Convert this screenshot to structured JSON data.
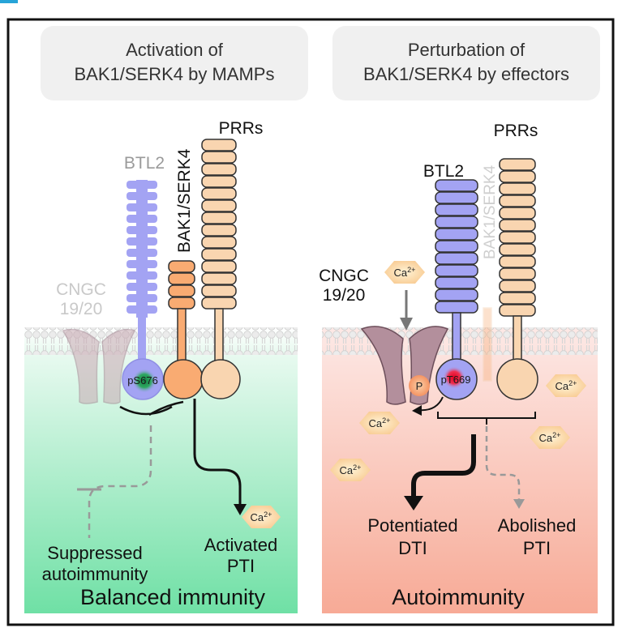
{
  "left_panel": {
    "header_line1": "Activation of",
    "header_line2": "BAK1/SERK4 by MAMPs",
    "btl2_label": "BTL2",
    "bak1_label": "BAK1/SERK4",
    "prrs_label": "PRRs",
    "cngc_line1": "CNGC",
    "cngc_line2": "19/20",
    "phospho_site": "pS676",
    "calcium": "Ca2+",
    "outcome_left_line1": "Suppressed",
    "outcome_left_line2": "autoimmunity",
    "outcome_right_line1": "Activated",
    "outcome_right_line2": "PTI",
    "footer": "Balanced immunity"
  },
  "right_panel": {
    "header_line1": "Perturbation of",
    "header_line2": "BAK1/SERK4 by effectors",
    "btl2_label": "BTL2",
    "bak1_label": "BAK1/SERK4",
    "prrs_label": "PRRs",
    "cngc_line1": "CNGC",
    "cngc_line2": "19/20",
    "phospho_site": "pT669",
    "p_label": "P",
    "calcium": "Ca2+",
    "outcome_left_line1": "Potentiated",
    "outcome_left_line2": "DTI",
    "outcome_right_line1": "Abolished",
    "outcome_right_line2": "PTI",
    "footer": "Autoimmunity"
  },
  "colors": {
    "btl2": "#a3a3f3",
    "btl2_faded": "#c5c5f6",
    "bak1": "#f9ab72",
    "prrs": "#f9d5b0",
    "cngc": "#b38f9c",
    "membrane": "#e6e6e6",
    "left_bg_bottom": "#6fe0a5",
    "right_bg_bottom": "#f7aa96",
    "pS676": "#1a8a4a",
    "pT669": "#e0102c",
    "p_bubble": "#f7a368"
  }
}
